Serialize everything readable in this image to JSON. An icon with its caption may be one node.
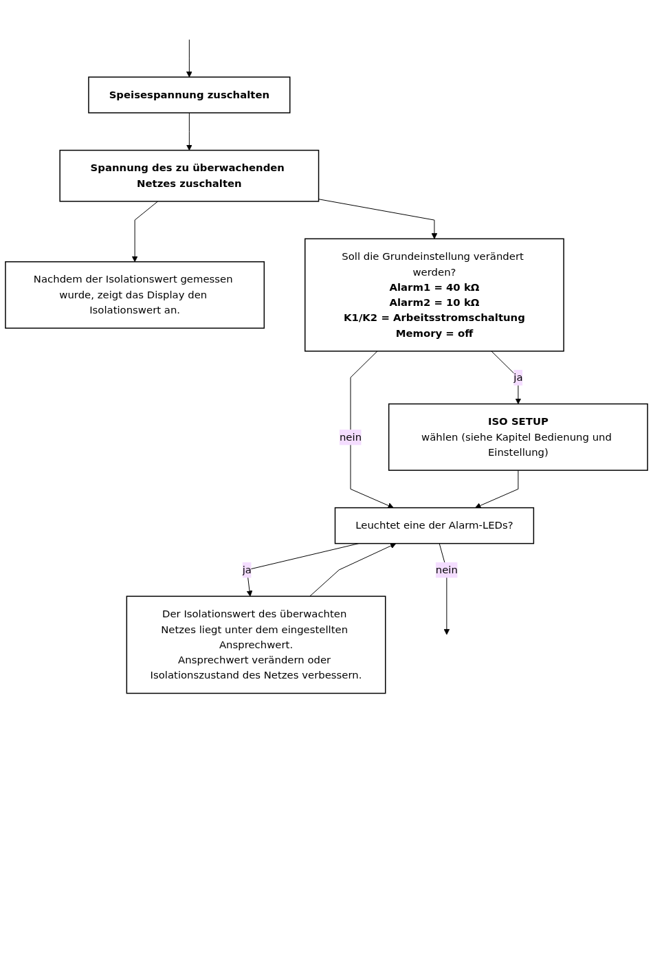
{
  "diagram": {
    "nodes": [
      {
        "text": [
          "Speisespannung zuschalten"
        ]
      },
      {
        "text": [
          "Spannung des zu überwachenden Netzes zuschalten"
        ]
      },
      {
        "text": [
          "Nachdem der Isolationswert gemessen wurde, zeigt das Display den Isolationswert an."
        ]
      },
      {
        "text": [
          "Soll die Grundeinstellung verändert werden?",
          "Alarm1 = 40 kΩ",
          "Alarm2 = 10 kΩ",
          "K1/K2 = Arbeitsstromschaltung",
          "Memory = off"
        ]
      },
      {
        "text": [
          "ISO SETUP",
          "wählen (siehe Kapitel Bedienung und Einstellung)"
        ]
      },
      {
        "text": [
          "Leuchtet eine der Alarm-LEDs?"
        ]
      },
      {
        "text": [
          "Der Isolationswert des überwachten Netzes liegt unter dem eingestellten Ansprechwert.",
          "Ansprechwert verändern oder Isolationszustand des Netzes verbessern."
        ]
      }
    ],
    "edges": [
      {
        "from": null,
        "to": 0,
        "arrow": "to"
      },
      {
        "from": 0,
        "to": 1,
        "arrow": "to"
      },
      {
        "from": 1,
        "to": 2,
        "arrow": "to"
      },
      {
        "from": 1,
        "to": 3,
        "arrow": "to"
      },
      {
        "from": 3,
        "to": 4,
        "label": "ja",
        "arrow": "to"
      },
      {
        "from": 3,
        "to": 5,
        "label": "nein",
        "arrow": "to"
      },
      {
        "from": 4,
        "to": 5,
        "arrow": "to"
      },
      {
        "from": 5,
        "to": 6,
        "label": "ja",
        "arrow": "to"
      },
      {
        "from": 6,
        "to": 5,
        "arrow": "to"
      },
      {
        "from": 5,
        "to": null,
        "label": "nein",
        "arrow": "to"
      }
    ]
  }
}
